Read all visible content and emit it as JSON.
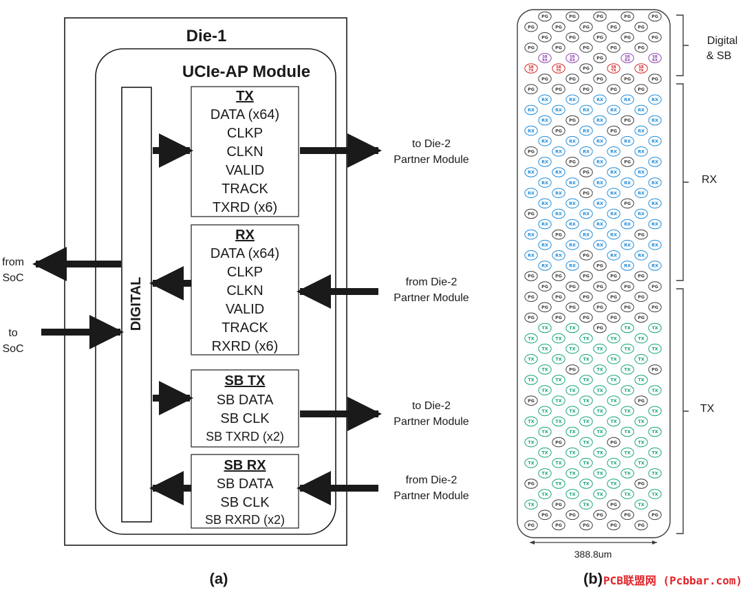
{
  "panel_a": {
    "die_title": "Die-1",
    "module_title": "UCIe-AP Module",
    "digital_label": "DIGITAL",
    "tx": {
      "header": "TX",
      "lines": [
        "DATA (x64)",
        "CLKP",
        "CLKN",
        "VALID",
        "TRACK",
        "TXRD (x6)"
      ]
    },
    "rx": {
      "header": "RX",
      "lines": [
        "DATA (x64)",
        "CLKP",
        "CLKN",
        "VALID",
        "TRACK",
        "RXRD (x6)"
      ]
    },
    "sbtx": {
      "header": "SB TX",
      "lines": [
        "SB DATA",
        "SB CLK",
        "SB TXRD (x2)"
      ]
    },
    "sbrx": {
      "header": "SB RX",
      "lines": [
        "SB DATA",
        "SB CLK",
        "SB RXRD (x2)"
      ]
    },
    "from_soc": [
      "from",
      "SoC"
    ],
    "to_soc": [
      "to",
      "SoC"
    ],
    "tx_dest": [
      "to Die-2",
      "Partner Module"
    ],
    "rx_src": [
      "from Die-2",
      "Partner Module"
    ],
    "sbtx_dest": [
      "to Die-2",
      "Partner Module"
    ],
    "sbrx_src": [
      "from Die-2",
      "Partner Module"
    ],
    "caption": "(a)"
  },
  "panel_b": {
    "width_label": "388.8um",
    "caption": "(b)",
    "groups": [
      {
        "lines": [
          "Digital",
          "& SB"
        ]
      },
      {
        "lines": [
          "RX"
        ]
      },
      {
        "lines": [
          "TX"
        ]
      }
    ],
    "pad_labels": {
      "pg": "PG",
      "rx": "RX",
      "tx": "TX",
      "sbrx": [
        "SB",
        "RX"
      ],
      "sbtx": [
        "SB",
        "TX"
      ]
    },
    "pad_colors": {
      "pg": "#3a3a3a",
      "rx": "#1f8bd8",
      "tx": "#14a37a",
      "sbrx": "#8e44ad",
      "sbtx": "#d12b2b"
    },
    "pad_rows": [
      "0G0G0G0G0G",
      "G0G0G0G0G0",
      "0G0G0G0G0G",
      "G0G0G0G0G0",
      "0M0M0G0M0M",
      "D0D0G0D0D0",
      "0G0G0G0G0G",
      "G0G0G0G0G0",
      "0R0R0R0R0R",
      "R0R0R0R0R0",
      "0R0G0R0G0R",
      "R0G0R0G0R0",
      "0R0R0R0R0R",
      "G0R0R0R0R0",
      "0R0G0R0G0R",
      "R0R0G0R0R0",
      "0R0R0R0R0R",
      "R0R0G0R0R0",
      "0R0R0R0G0R",
      "G0R0R0R0R0",
      "0R0R0R0R0R",
      "R0G0R0R0G0",
      "0R0R0R0R0R",
      "R0R0G0R0R0",
      "0R0R0G0R0R",
      "G0G0G0G0G0",
      "0G0G0G0G0G",
      "G0G0G0G0G0",
      "0G0G0G0G0G",
      "G0G0G0G0G0",
      "0T0T0G0T0T",
      "T0T0T0T0T0",
      "0T0T0T0T0T",
      "T0T0T0T0T0",
      "0T0G0T0T0G",
      "T0T0T0T0T0",
      "0T0T0T0T0T",
      "G0T0T0T0G0",
      "0T0T0T0T0T",
      "T0T0T0T0T0",
      "0T0T0T0T0T",
      "T0G0T0G0T0",
      "0T0T0T0T0T",
      "T0T0T0T0T0",
      "0T0T0T0T0T",
      "G0T0T0T0G0",
      "0T0T0T0T0T",
      "T0G0T0G0T0",
      "0G0G0G0G0G",
      "G0G0G0G0G0"
    ]
  },
  "watermark": "PCB联盟网 (Pcbbar.com)"
}
